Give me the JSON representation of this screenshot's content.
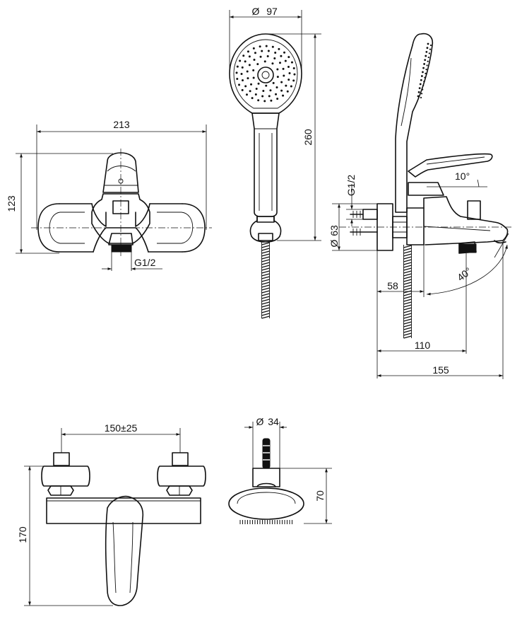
{
  "dimensions": {
    "front_width": "213",
    "front_height": "123",
    "front_thread": "G1/2",
    "head_diameter": "97",
    "handshower_length": "260",
    "side_thread": "G1/2",
    "side_diameter": "63",
    "lever_angle": "10°",
    "spout_angle": "40°",
    "wall_to_body": "58",
    "wall_to_outlet": "110",
    "wall_to_spout_tip": "155",
    "connection_spacing": "150±25",
    "holder_diameter": "34",
    "holder_height": "70",
    "top_height": "170"
  },
  "symbols": {
    "diameter": "Ø"
  }
}
